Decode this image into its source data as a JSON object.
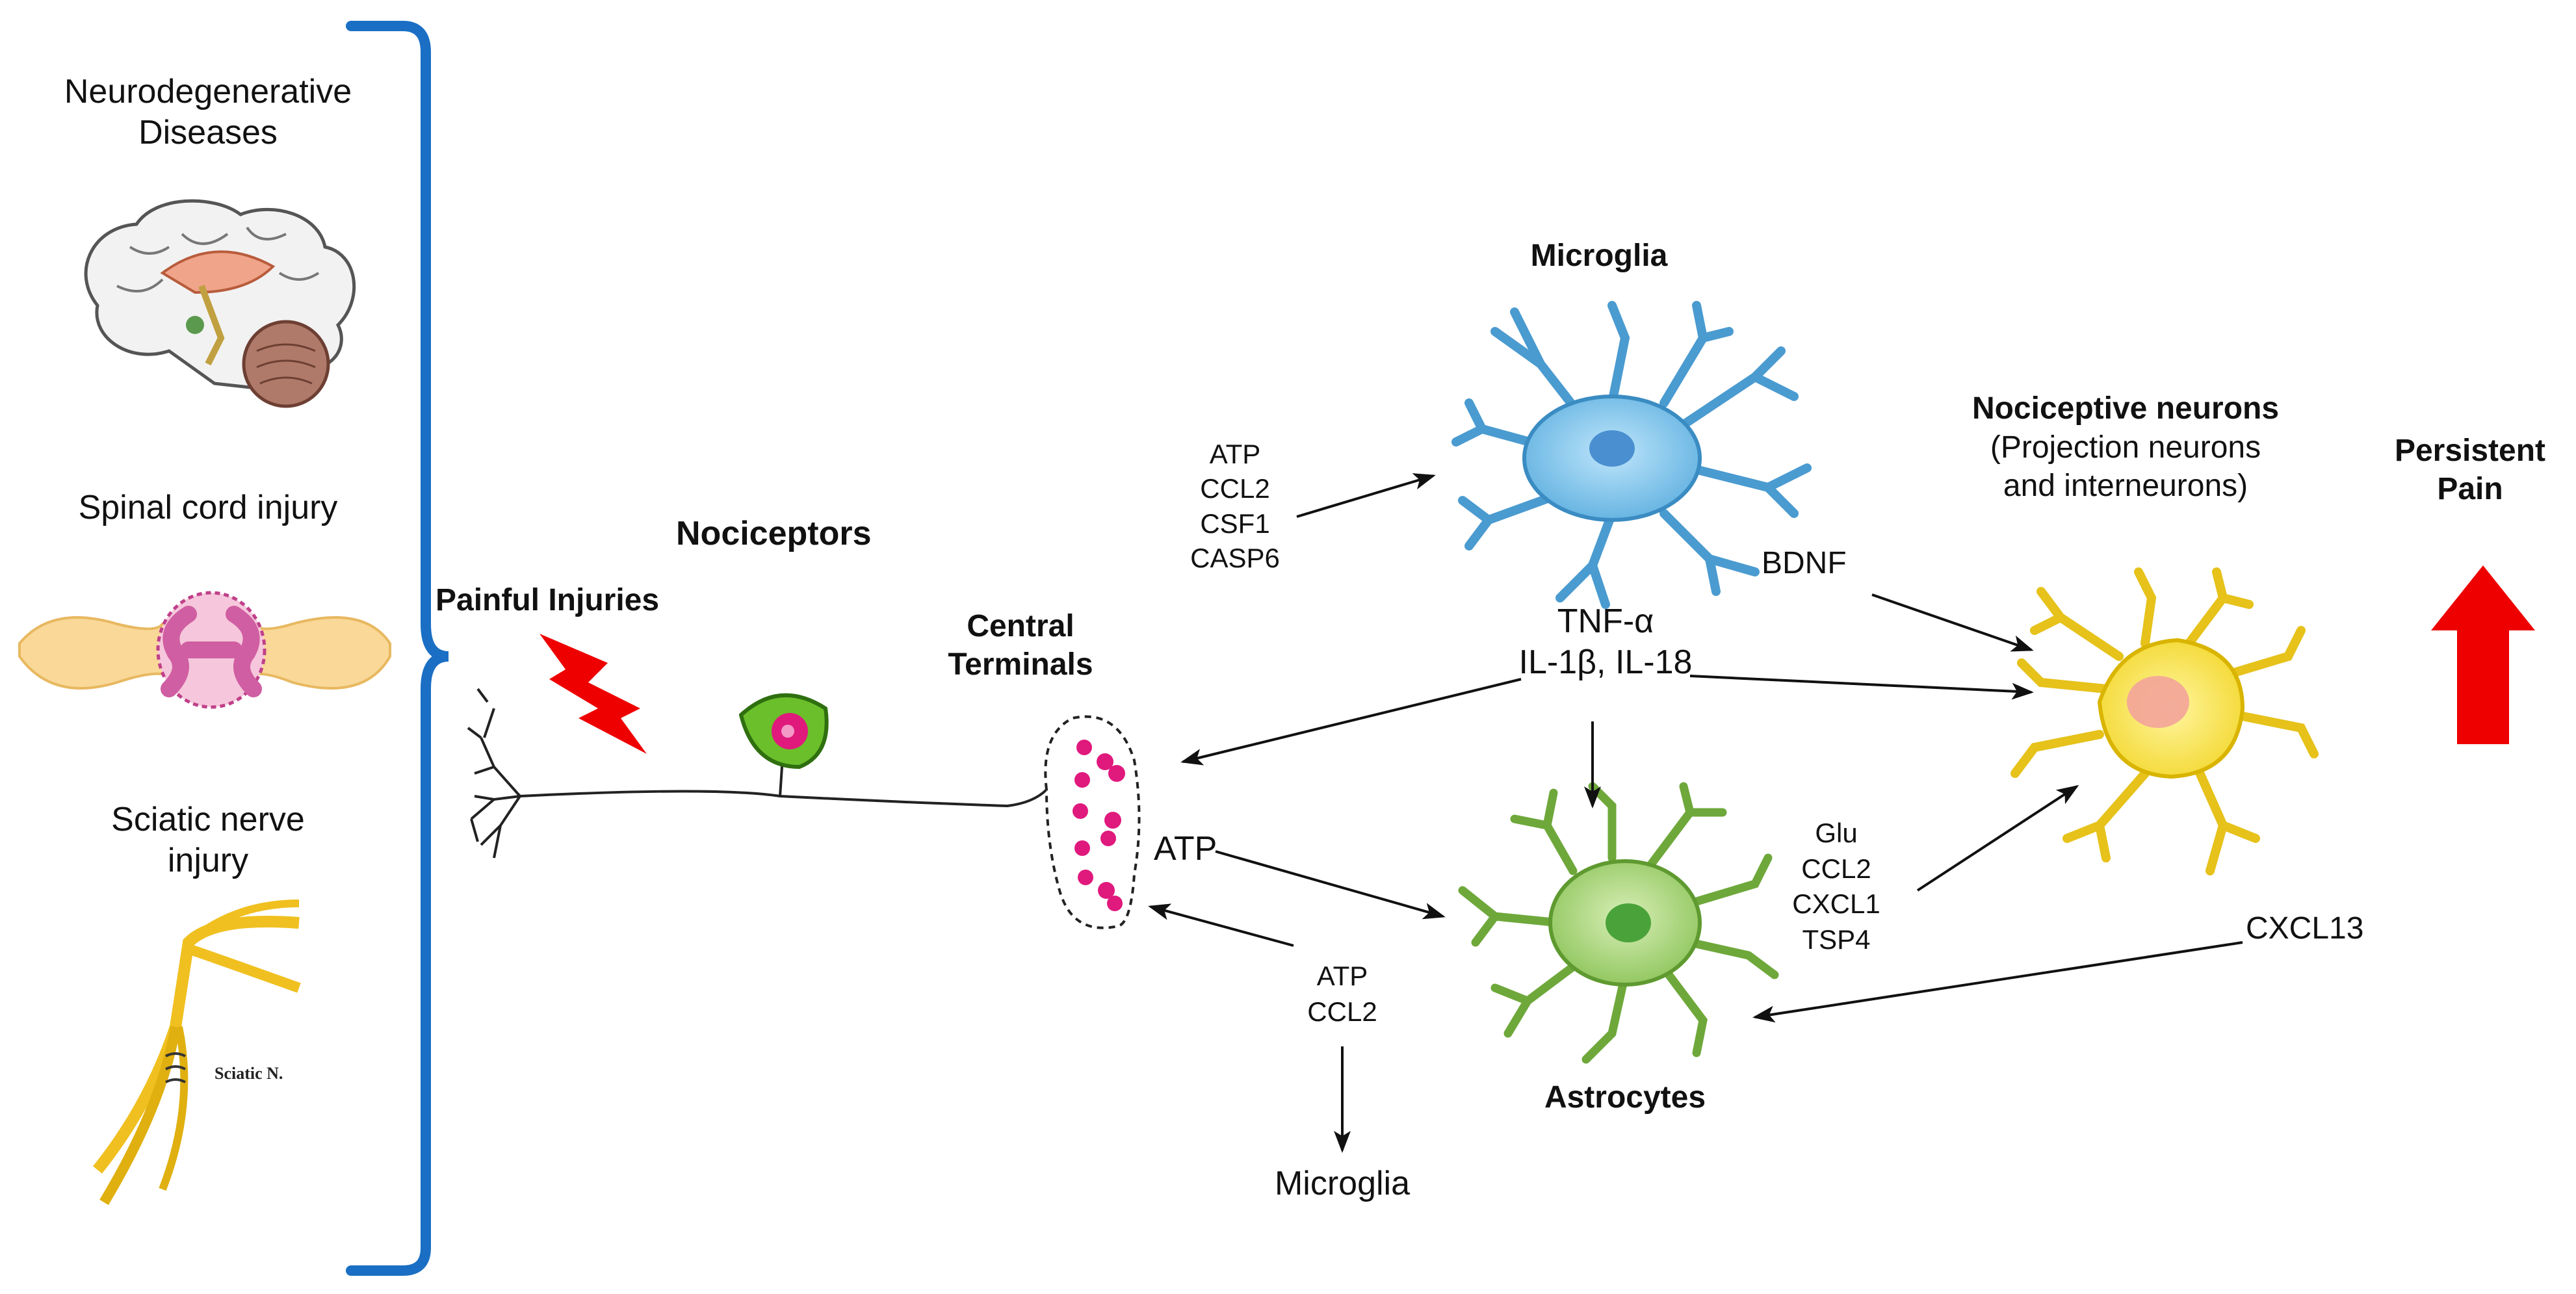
{
  "left_panel": {
    "neurodegenerative": "Neurodegenerative\nDiseases",
    "spinal_cord_injury": "Spinal cord injury",
    "sciatic_nerve_injury": "Sciatic nerve\ninjury",
    "sciatic_label": "Sciatic N."
  },
  "painful_injuries": "Painful Injuries",
  "nociceptors": "Nociceptors",
  "central_terminals": "Central\nTerminals",
  "microglia_title": "Microglia",
  "microglia_inputs": "ATP\nCCL2\nCSF1\nCASP6",
  "microglia_outputs": "TNF-α\nIL-1β, IL-18",
  "bdnf": "BDNF",
  "nociceptive_neurons_title": "Nociceptive neurons",
  "nociceptive_neurons_sub": "(Projection neurons\nand interneurons)",
  "persistent_pain": "Persistent\nPain",
  "atp_terminal": "ATP",
  "atp_ccl2": "ATP\nCCL2",
  "microglia_bottom": "Microglia",
  "astrocytes_title": "Astrocytes",
  "astro_outputs": "Glu\nCCL2\nCXCL1\nTSP4",
  "cxcl13": "CXCL13",
  "colors": {
    "bracket": "#1a6fc4",
    "arrow_red": "#ee0000",
    "microglia_blue": "#7ec3e8",
    "astrocyte_green": "#a8d27a",
    "neuron_yellow": "#f6e23c",
    "vesicle_magenta": "#e0197d"
  }
}
